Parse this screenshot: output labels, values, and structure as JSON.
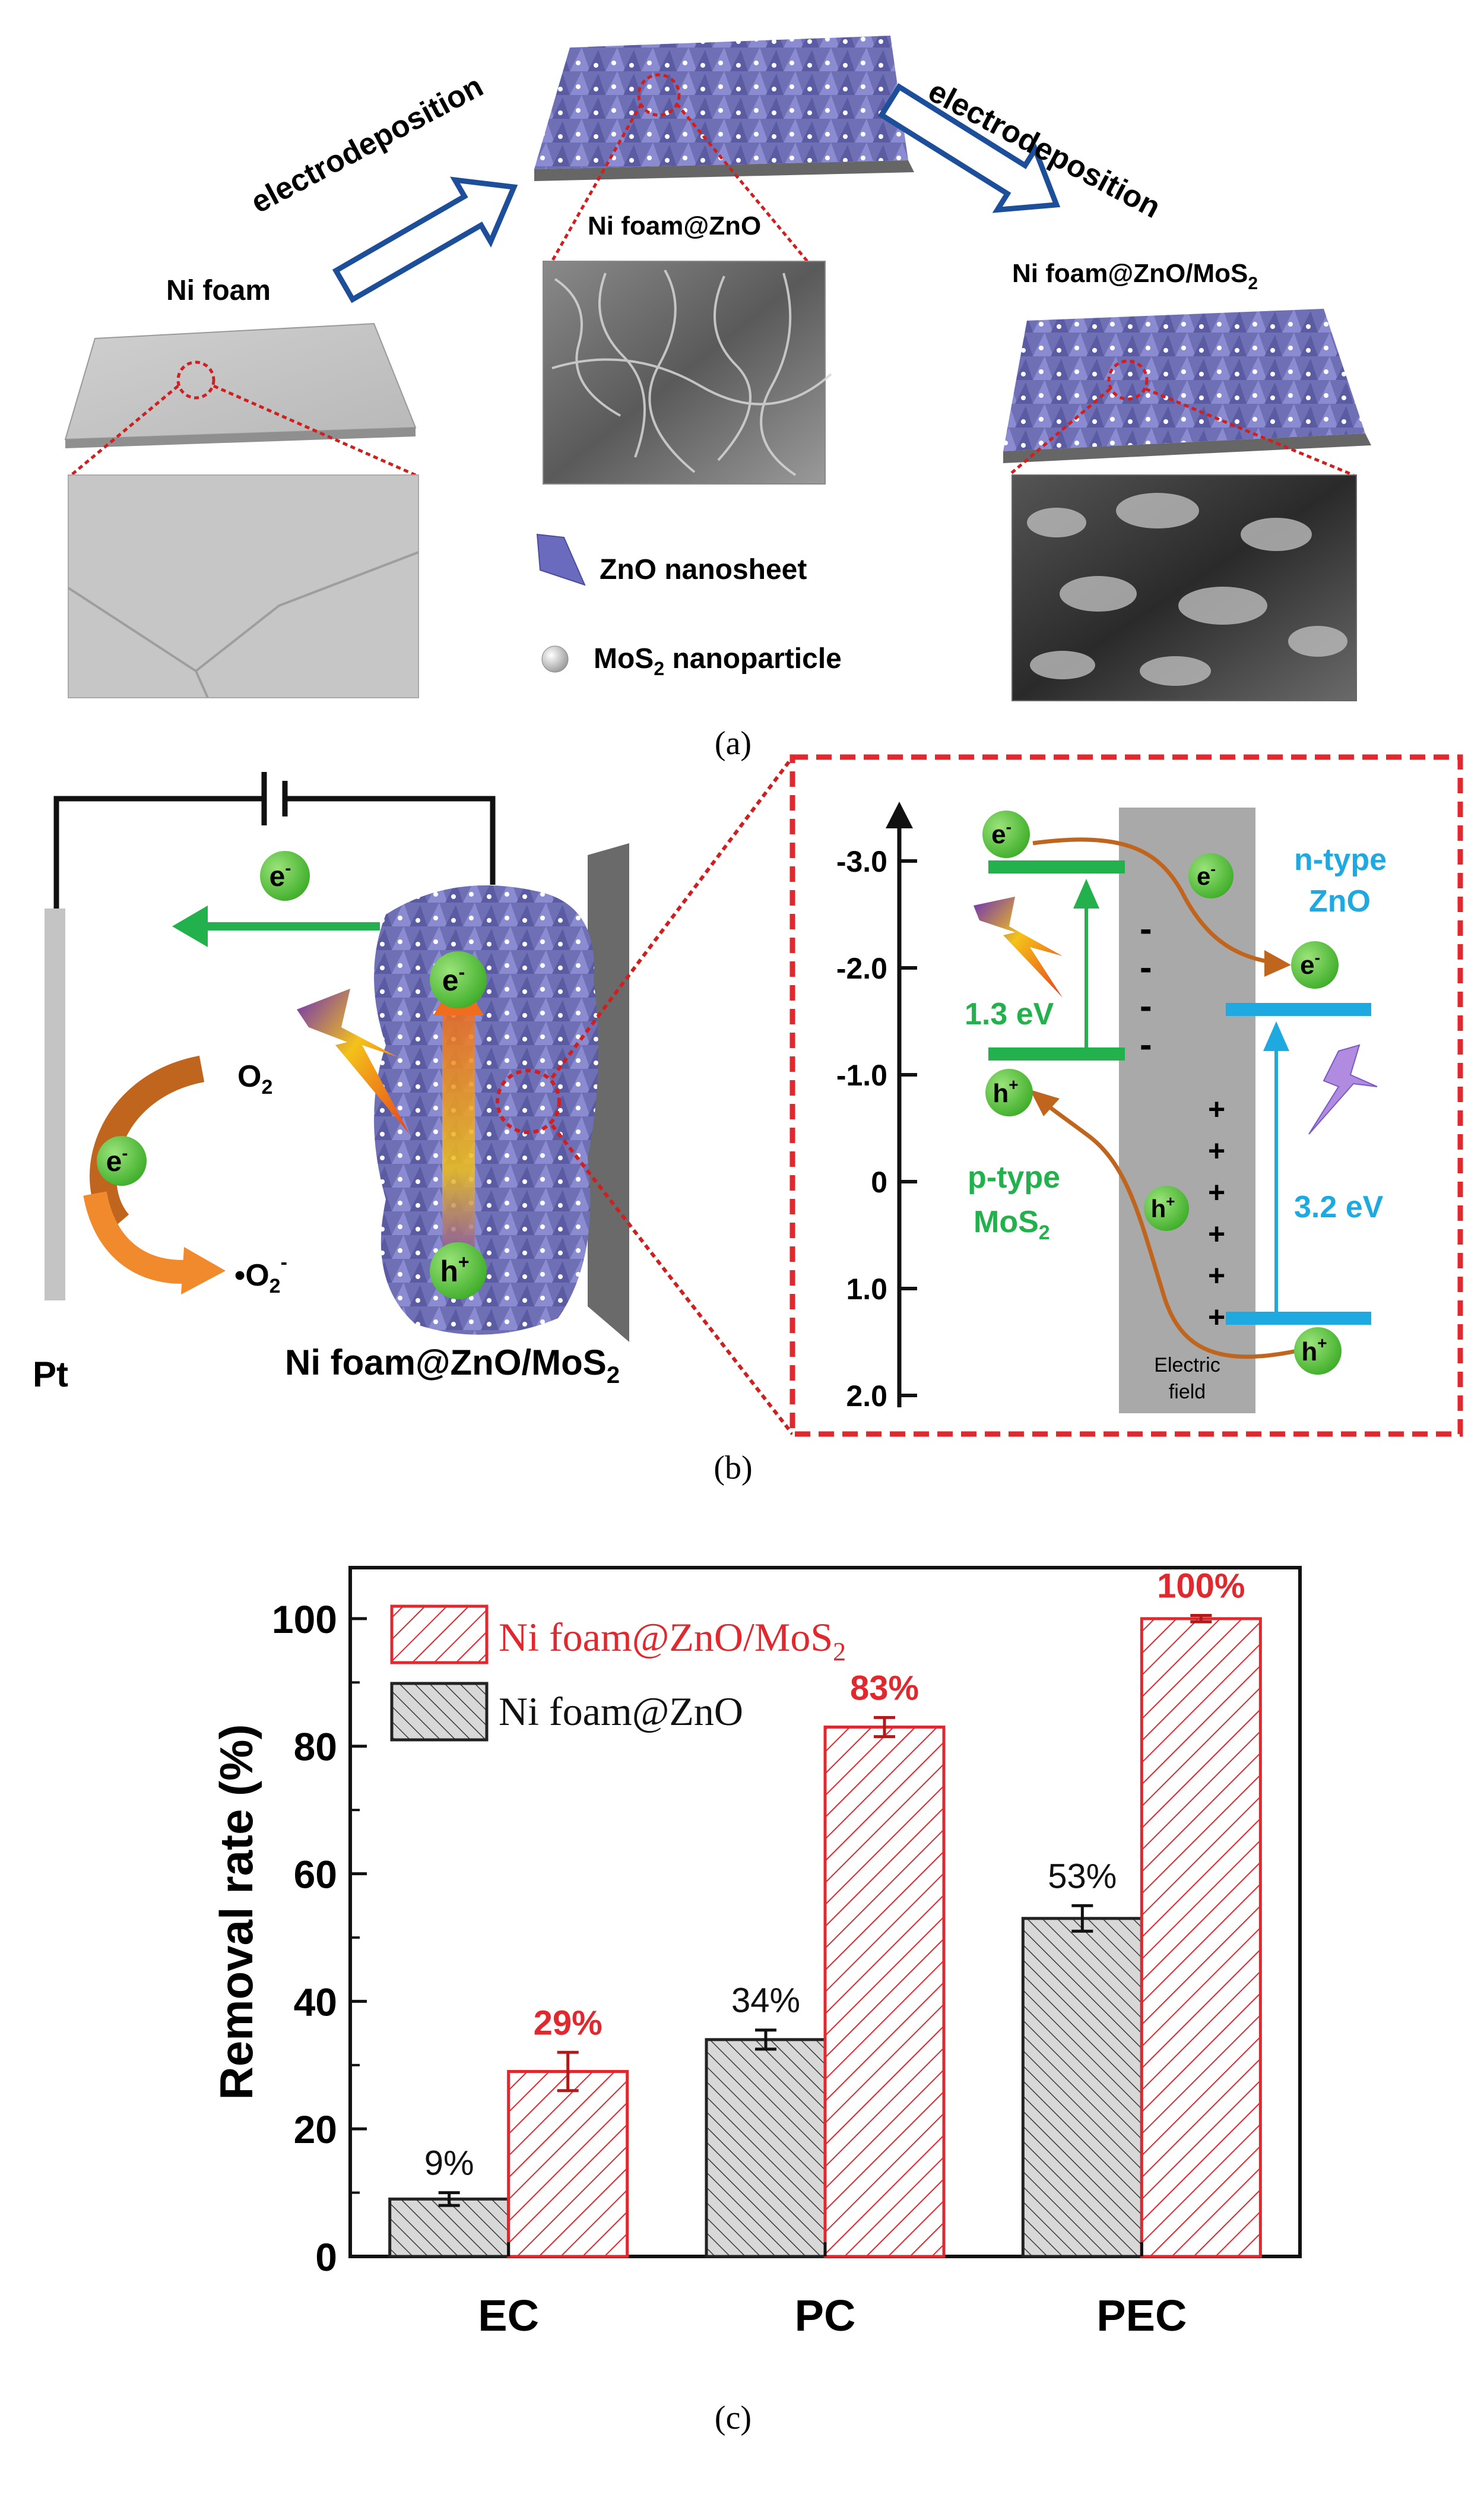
{
  "panel_a": {
    "ni_foam": "Ni foam",
    "step1_label": "electrodeposition",
    "ni_foam_zno": "Ni foam@ZnO",
    "step2_label": "electrodeposition",
    "composite_prefix": "Ni foam@ZnO/MoS",
    "composite_sub": "2",
    "legend_zno": "ZnO nanosheet",
    "legend_mos2_prefix": "MoS",
    "legend_mos2_sub": "2",
    "legend_mos2_suffix": " nanoparticle",
    "caption": "(a)"
  },
  "panel_b": {
    "electron": "e",
    "minus": "-",
    "hole": "h",
    "plus": "+",
    "o2_main": "O",
    "o2_sub": "2",
    "superoxide_dot": "•",
    "superoxide_main": "O",
    "superoxide_sub": "2",
    "superoxide_sup": "-",
    "pt_label": "Pt",
    "composite_prefix": "Ni foam@ZnO/MoS",
    "composite_sub": "2",
    "axis_ticks": [
      "-3.0",
      "-2.0",
      "-1.0",
      "0",
      "1.0",
      "2.0"
    ],
    "gap_mos2": "1.3 eV",
    "gap_zno": "3.2 eV",
    "n_type_line1": "n-type",
    "n_type_line2": "ZnO",
    "p_type_line1": "p-type",
    "p_type_line2_main": "MoS",
    "p_type_line2_sub": "2",
    "field_line1": "Electric",
    "field_line2": "field",
    "caption": "(b)",
    "colors": {
      "green": "#22b14c",
      "blue": "#1fa9e1",
      "red": "#e0282e",
      "arrow_brown": "#c0651e"
    }
  },
  "panel_c": {
    "caption": "(c)",
    "legend_series1_prefix": "Ni foam@ZnO/MoS",
    "legend_series1_sub": "2",
    "legend_series2": "Ni foam@ZnO",
    "colors": {
      "composite": "#e0282e",
      "zno": "#222222"
    }
  },
  "chart_data": {
    "type": "bar",
    "categories": [
      "EC",
      "PC",
      "PEC"
    ],
    "series": [
      {
        "name": "Ni foam@ZnO",
        "values": [
          9,
          34,
          53
        ],
        "labels": [
          "9%",
          "34%",
          "53%"
        ],
        "errors": [
          1,
          1.5,
          2
        ]
      },
      {
        "name": "Ni foam@ZnO/MoS2",
        "values": [
          29,
          83,
          100
        ],
        "labels": [
          "29%",
          "83%",
          "100%"
        ],
        "errors": [
          3,
          1.5,
          0.5
        ]
      }
    ],
    "ylabel": "Removal rate (%)",
    "xlabel": "",
    "ylim": [
      0,
      108
    ],
    "yticks": [
      "0",
      "20",
      "40",
      "60",
      "80",
      "100"
    ],
    "legend": "top-left",
    "grid": false
  }
}
